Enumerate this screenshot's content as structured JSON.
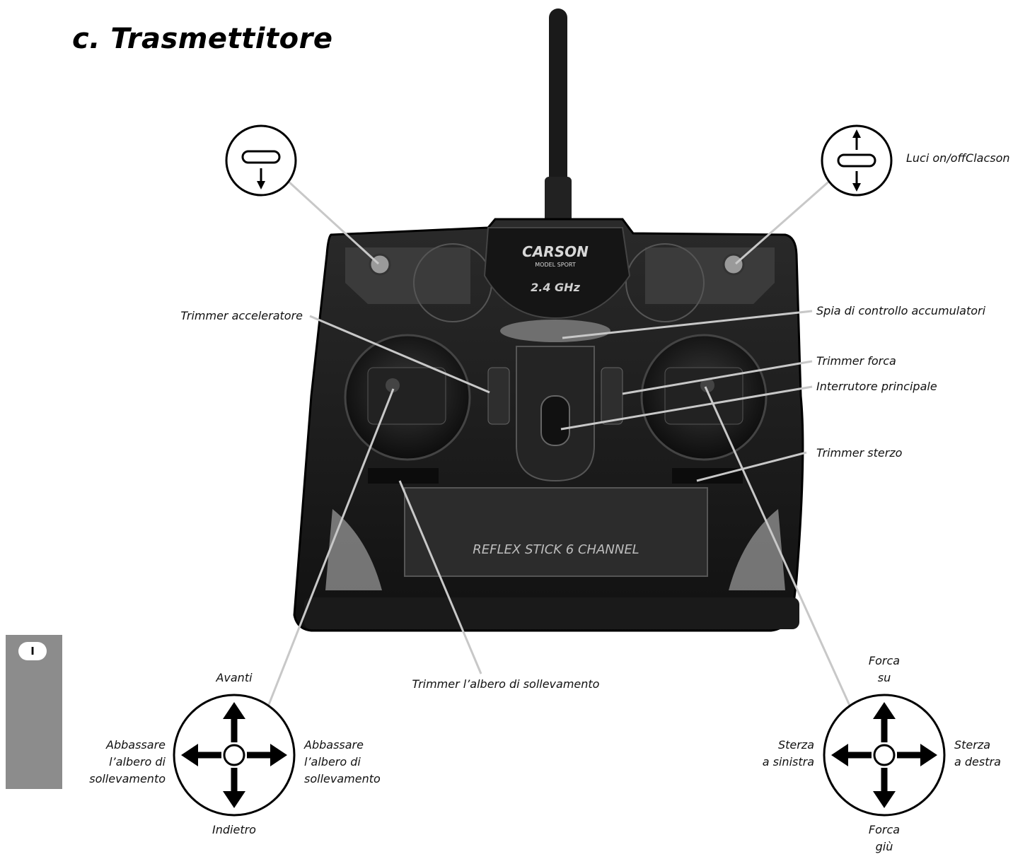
{
  "title": "c. Trasmettitore",
  "labels": {
    "lights_horn": "Luci on/offClacson",
    "throttle_trim": "Trimmer acceleratore",
    "battery_indicator": "Spia di controllo accumulatori",
    "fork_trim": "Trimmer forca",
    "main_switch": "Interrutore principale",
    "steering_trim": "Trimmer sterzo",
    "mast_trim": "Trimmer l’albero di sollevamento"
  },
  "left_stick": {
    "up": "Avanti",
    "down": "Indietro",
    "left": [
      "Abbassare",
      "l’albero di",
      "sollevamento"
    ],
    "right": [
      "Abbassare",
      "l’albero di",
      "sollevamento"
    ]
  },
  "right_stick": {
    "up": [
      "Forca",
      "su"
    ],
    "down": [
      "Forca",
      "giù"
    ],
    "left": [
      "Sterza",
      "a sinistra"
    ],
    "right": [
      "Sterza",
      "a destra"
    ]
  },
  "transmitter_logo": {
    "brand": "CARSON",
    "sub": "MODEL SPORT",
    "band": "2.4 GHz",
    "model": "REFLEX STICK 6 CHANNEL"
  },
  "language_tab": "I",
  "colors": {
    "leader_line": "#c8c8c8",
    "tab_gray": "#8c8c8c",
    "body_dark": "#1a1a1a"
  }
}
